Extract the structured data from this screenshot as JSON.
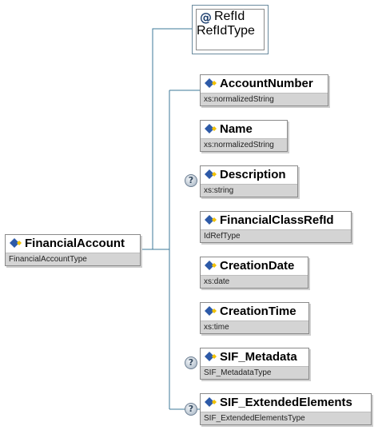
{
  "root": {
    "name": "FinancialAccount",
    "type": "FinancialAccountType"
  },
  "attribute": {
    "marker": "@",
    "name": "RefId",
    "type": "RefIdType"
  },
  "optional_marker": "?",
  "elements": [
    {
      "name": "AccountNumber",
      "type": "xs:normalizedString",
      "optional": false
    },
    {
      "name": "Name",
      "type": "xs:normalizedString",
      "optional": false
    },
    {
      "name": "Description",
      "type": "xs:string",
      "optional": true
    },
    {
      "name": "FinancialClassRefId",
      "type": "IdRefType",
      "optional": false
    },
    {
      "name": "CreationDate",
      "type": "xs:date",
      "optional": false
    },
    {
      "name": "CreationTime",
      "type": "xs:time",
      "optional": false
    },
    {
      "name": "SIF_Metadata",
      "type": "SIF_MetadataType",
      "optional": true
    },
    {
      "name": "SIF_ExtendedElements",
      "type": "SIF_ExtendedElementsType",
      "optional": true
    }
  ],
  "colors": {
    "connector": "#3d7a99",
    "icon_blue": "#2d5aa8",
    "icon_yellow": "#f2c200"
  }
}
